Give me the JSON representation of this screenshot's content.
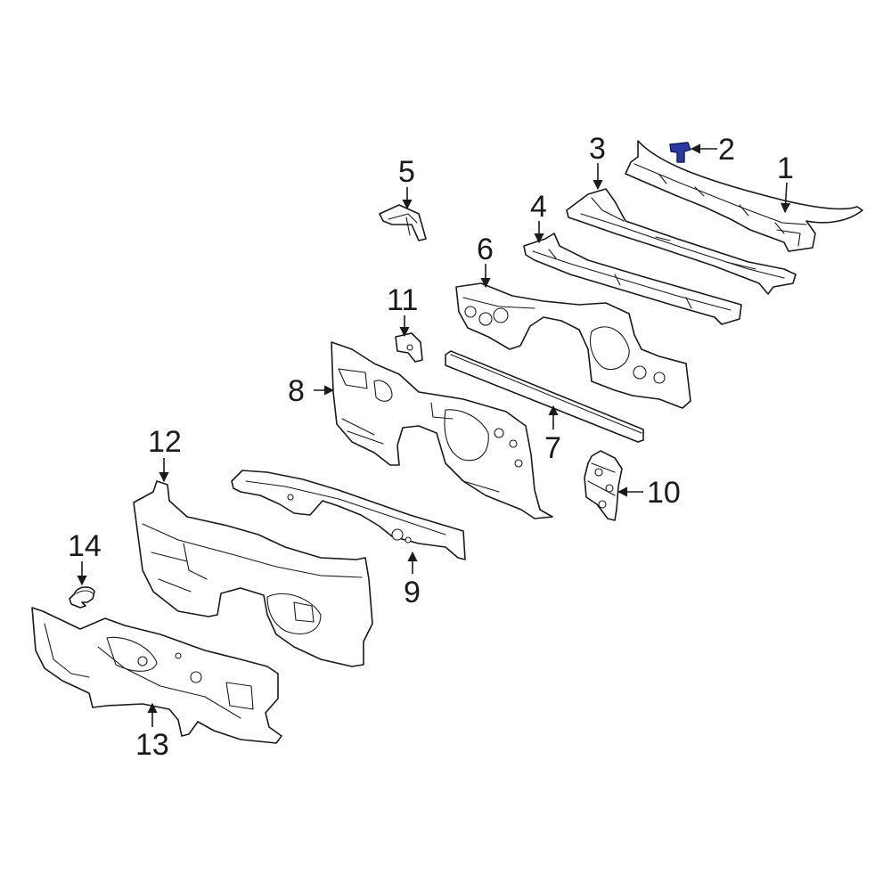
{
  "diagram": {
    "highlight_color": "#2a3aa0",
    "line_color": "#1a1a1a",
    "callouts": [
      {
        "id": "1",
        "label": "1"
      },
      {
        "id": "2",
        "label": "2"
      },
      {
        "id": "3",
        "label": "3"
      },
      {
        "id": "4",
        "label": "4"
      },
      {
        "id": "5",
        "label": "5"
      },
      {
        "id": "6",
        "label": "6"
      },
      {
        "id": "7",
        "label": "7"
      },
      {
        "id": "8",
        "label": "8"
      },
      {
        "id": "9",
        "label": "9"
      },
      {
        "id": "10",
        "label": "10"
      },
      {
        "id": "11",
        "label": "11"
      },
      {
        "id": "12",
        "label": "12"
      },
      {
        "id": "13",
        "label": "13"
      },
      {
        "id": "14",
        "label": "14"
      }
    ],
    "highlighted_part": "2"
  }
}
